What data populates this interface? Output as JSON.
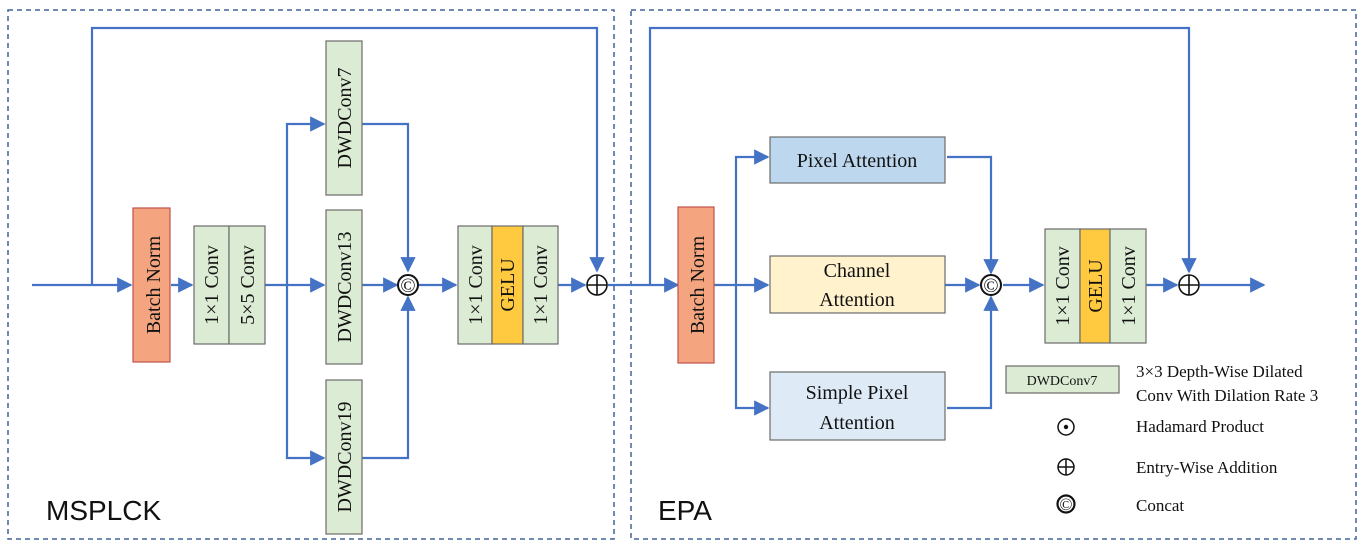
{
  "colors": {
    "wire": "#4472c4",
    "border": "#41649a",
    "batch_norm_fill": "#f4a57f",
    "batch_norm_stroke": "#c0504d",
    "conv_fill": "#dcecd4",
    "conv_stroke": "#6b6b6b",
    "gelu_fill": "#ffc940",
    "pixel_att_fill": "#bdd7ee",
    "channel_att_fill": "#fff2cc",
    "simple_att_fill": "#deebf7"
  },
  "mspick": {
    "section_label": "MSPLCK",
    "batch_norm": "Batch Norm",
    "conv1x1": "1×1 Conv",
    "conv5x5": "5×5 Conv",
    "dwd7": "DWDConv7",
    "dwd13": "DWDConv13",
    "dwd19": "DWDConv19",
    "concat_symbol": "©",
    "mlp_conv_a": "1×1 Conv",
    "mlp_gelu": "GELU",
    "mlp_conv_b": "1×1 Conv",
    "add_symbol": "⊕"
  },
  "epa": {
    "section_label": "EPA",
    "batch_norm": "Batch Norm",
    "pixel_attention": "Pixel Attention",
    "channel_attention_l1": "Channel",
    "channel_attention_l2": "Attention",
    "simple_pixel_l1": "Simple Pixel",
    "simple_pixel_l2": "Attention",
    "concat_symbol": "©",
    "mlp_conv_a": "1×1 Conv",
    "mlp_gelu": "GELU",
    "mlp_conv_b": "1×1 Conv",
    "add_symbol": "⊕"
  },
  "legend": {
    "dwd_box": "DWDConv7",
    "dwd_desc_l1": "3×3  Depth-Wise Dilated",
    "dwd_desc_l2": "Conv With Dilation Rate 3",
    "hadamard_symbol": "⊙",
    "hadamard": "Hadamard Product",
    "add_symbol": "⊕",
    "addition": "Entry-Wise Addition",
    "concat_symbol": "©",
    "concat": "Concat"
  }
}
